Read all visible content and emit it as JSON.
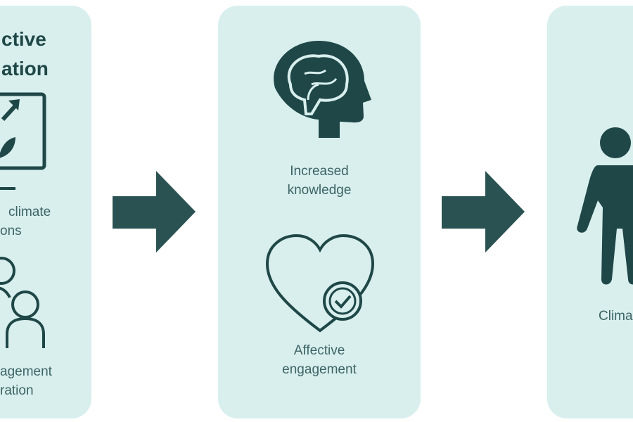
{
  "left_panel": {
    "title_line1": "ctive",
    "title_line2": "ation",
    "item1_line1": "climate",
    "item1_line2": "ons",
    "item2_line1": "agement",
    "item2_line2": "ration"
  },
  "middle_panel": {
    "item1_line1": "Increased",
    "item1_line2": "knowledge",
    "item2_line1": "Affective",
    "item2_line2": "engagement"
  },
  "right_panel": {
    "item1_label": "Clima"
  },
  "colors": {
    "panel": "#d8efee",
    "icon": "#1f4747",
    "text": "#3d6464"
  }
}
